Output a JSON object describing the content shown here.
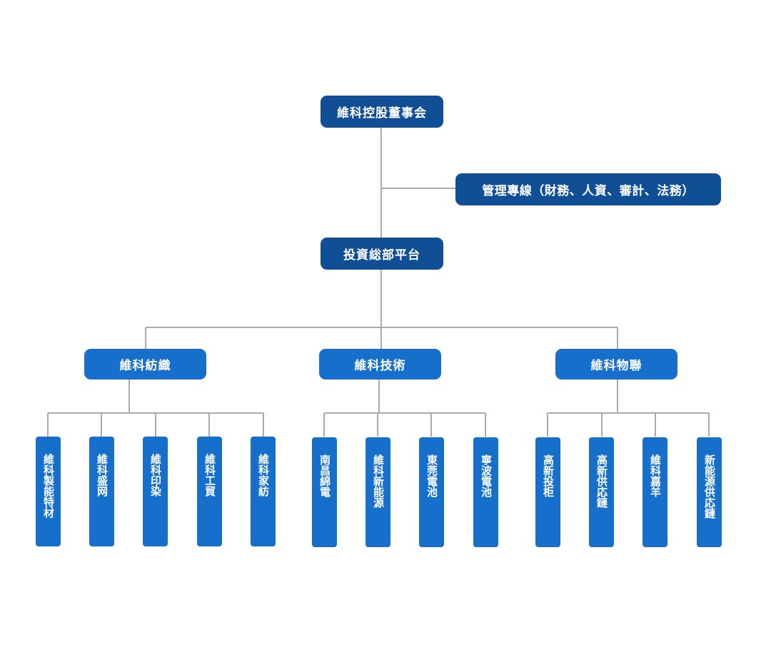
{
  "colors": {
    "dark_node": "#104f95",
    "mid_node": "#176fcc",
    "connector": "#aaaaaa"
  },
  "org": {
    "board": "維科控股董事会",
    "management": "管理專線（財務、人資、審計、法務）",
    "hq": "投資総部平台",
    "divisions": [
      {
        "name": "維科紡織",
        "units": [
          "維科製能特材",
          "維科盛网",
          "維科印染",
          "維科工貿",
          "維科家紡"
        ]
      },
      {
        "name": "維科技術",
        "units": [
          "南昌綿電",
          "維科新能源",
          "東莞電池",
          "寧波電池"
        ]
      },
      {
        "name": "維科物聯",
        "units": [
          "高新投柜",
          "高新供応鏈",
          "維科嘉羊",
          "新能源供応鏈"
        ]
      }
    ]
  }
}
